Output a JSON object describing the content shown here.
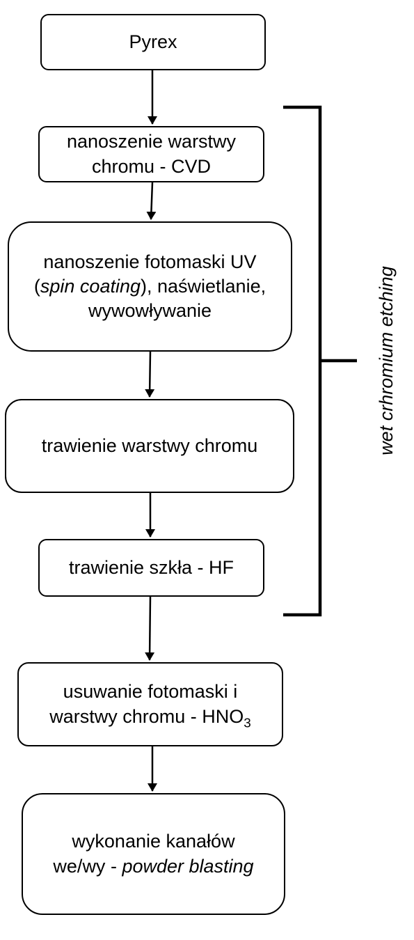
{
  "diagram": {
    "steps": [
      {
        "id": "pyrex",
        "lines": [
          [
            "Pyrex"
          ]
        ]
      },
      {
        "id": "cvd",
        "lines": [
          [
            "nanoszenie warstwy"
          ],
          [
            "chromu - CVD"
          ]
        ]
      },
      {
        "id": "photomask",
        "lines": [
          [
            "nanoszenie fotomaski UV"
          ],
          [
            "(",
            "spin coating",
            "), naświetlanie,"
          ],
          [
            "wywowływanie"
          ]
        ]
      },
      {
        "id": "chrome-etch",
        "lines": [
          [
            "trawienie warstwy chromu"
          ]
        ]
      },
      {
        "id": "glass-etch",
        "lines": [
          [
            "trawienie szkła - HF"
          ]
        ]
      },
      {
        "id": "remove",
        "lines": [
          [
            "usuwanie fotomaski i"
          ],
          [
            "warstwy chromu - HNO",
            "3"
          ]
        ]
      },
      {
        "id": "channels",
        "lines": [
          [
            "wykonanie kanałów"
          ],
          [
            "we/wy - ",
            "powder blasting"
          ]
        ]
      }
    ],
    "group_label": "wet crhromium etching",
    "colors": {
      "stroke": "#000000",
      "fill": "#ffffff"
    }
  }
}
